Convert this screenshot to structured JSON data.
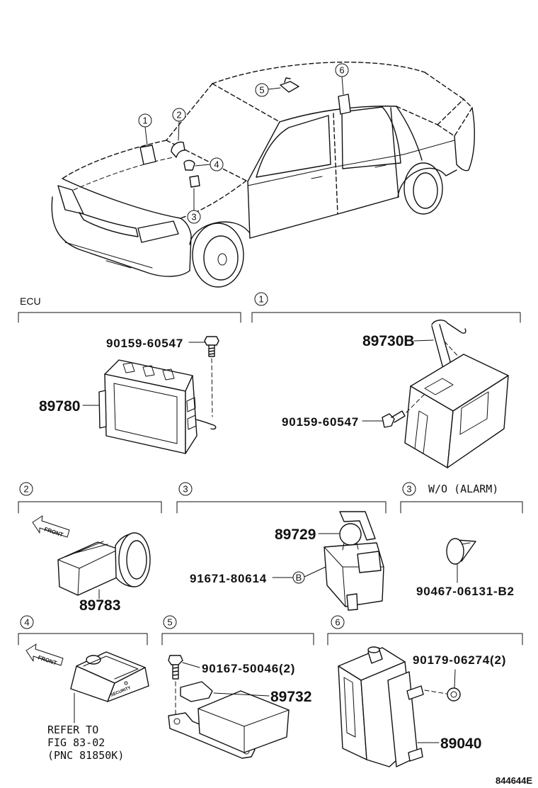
{
  "overview": {
    "callouts": [
      "1",
      "2",
      "3",
      "4",
      "5",
      "6"
    ]
  },
  "ecu": {
    "title": "ECU",
    "bolt_part": "90159-60547",
    "unit_part": "89780"
  },
  "section_1": {
    "index": "1",
    "unit_part": "89730B",
    "bolt_part": "90159-60547"
  },
  "section_2": {
    "index": "2",
    "front_label": "FRONT",
    "unit_part": "89783"
  },
  "section_3": {
    "index": "3",
    "unit_part": "89729",
    "fastener_part": "91671-80614",
    "fastener_marker": "B"
  },
  "section_3_alt": {
    "index": "3",
    "condition": "W/O (ALARM)",
    "unit_part": "90467-06131-B2"
  },
  "section_4": {
    "index": "4",
    "front_label": "FRONT",
    "badge_text": "SECURITY",
    "reference": [
      "REFER TO",
      "FIG 83-02",
      "(PNC 81850K)"
    ]
  },
  "section_5": {
    "index": "5",
    "bolt_part": "90167-50046(2)",
    "unit_part": "89732"
  },
  "section_6": {
    "index": "6",
    "nut_part": "90179-06274(2)",
    "unit_part": "89040"
  },
  "footer": {
    "illustration_code": "844644E"
  }
}
